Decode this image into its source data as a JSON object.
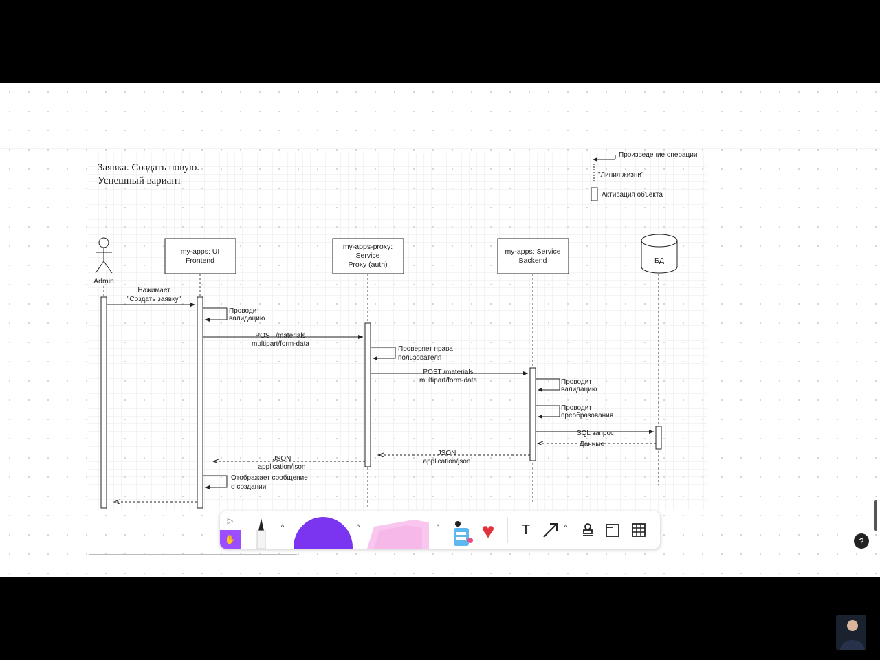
{
  "diagram": {
    "title_line1": "Заявка. Создать новую.",
    "title_line2": "Успешный вариант",
    "legend": {
      "operation": "Произведение операции",
      "lifeline": "\"Линия жизни\"",
      "activation": "Активация объекта"
    },
    "participants": {
      "admin": "Admin",
      "ui_line1": "my-apps: UI",
      "ui_line2": "Frontend",
      "proxy_line1": "my-apps-proxy:",
      "proxy_line2": "Service",
      "proxy_line3": "Proxy (auth)",
      "backend_line1": "my-apps: Service",
      "backend_line2": "Backend",
      "db": "БД"
    },
    "messages": {
      "m1_line1": "Нажимает",
      "m1_line2": "\"Создать заявку\"",
      "m2_line1": "Проводит",
      "m2_line2": "валидацию",
      "m3_line1": "POST /materials",
      "m3_line2": "multipart/form-data",
      "m4_line1": "Проверяет права",
      "m4_line2": "пользователя",
      "m5_line1": "POST /materials",
      "m5_line2": "multipart/form-data",
      "m6_line1": "Проводит",
      "m6_line2": "валидацию",
      "m7_line1": "Проводит",
      "m7_line2": "преобразования",
      "m8": "SQL запрос",
      "m9": "Данные",
      "m10_line1": "JSON",
      "m10_line2": "application/json",
      "m11_line1": "JSON",
      "m11_line2": "application/json",
      "m12_line1": "Отображает сообщение",
      "m12_line2": "о создании"
    }
  },
  "toolbar": {
    "icons": [
      "select-icon",
      "hand-icon",
      "pen-icon",
      "shape-icon",
      "sticky-note-icon",
      "stickers-icon",
      "heart-icon",
      "text-icon",
      "connector-icon",
      "stamp-icon",
      "frame-icon",
      "table-icon"
    ],
    "text_tool": "T",
    "select_glyph": "▷",
    "hand_glyph": "✋",
    "heart_glyph": "♥",
    "expand_glyph": "^"
  },
  "help_label": "?",
  "colors": {
    "accent_purple": "#9b4dff",
    "shape_purple": "#7b35f0",
    "sticky_pink": "#f6b8e9"
  }
}
